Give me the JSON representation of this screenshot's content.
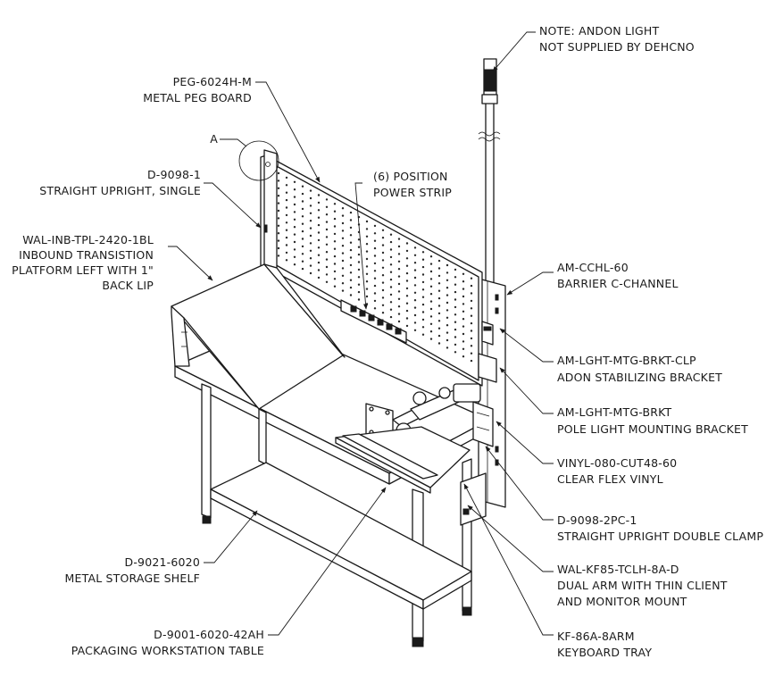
{
  "callouts": {
    "note": [
      "NOTE: ANDON LIGHT",
      "NOT SUPPLIED BY DEHCNO"
    ],
    "peg_board": [
      "PEG-6024H-M",
      "METAL PEG BOARD"
    ],
    "detail_ref": "A",
    "straight_upright_single": [
      "D-9098-1",
      "STRAIGHT UPRIGHT, SINGLE"
    ],
    "power_strip": [
      "(6) POSITION",
      "POWER STRIP"
    ],
    "transition_platform": [
      "WAL-INB-TPL-2420-1BL",
      "INBOUND TRANSISTION",
      "PLATFORM LEFT WITH 1\"",
      "BACK LIP"
    ],
    "barrier_channel": [
      "AM-CCHL-60",
      "BARRIER C-CHANNEL"
    ],
    "stabilizing_bracket": [
      "AM-LGHT-MTG-BRKT-CLP",
      "ADON STABILIZING BRACKET"
    ],
    "pole_bracket": [
      "AM-LGHT-MTG-BRKT",
      "POLE LIGHT MOUNTING BRACKET"
    ],
    "flex_vinyl": [
      "VINYL-080-CUT48-60",
      "CLEAR FLEX VINYL"
    ],
    "double_clamp": [
      "D-9098-2PC-1",
      "STRAIGHT UPRIGHT DOUBLE CLAMP"
    ],
    "storage_shelf": [
      "D-9021-6020",
      "METAL STORAGE SHELF"
    ],
    "dual_arm": [
      "WAL-KF85-TCLH-8A-D",
      "DUAL ARM WITH THIN CLIENT",
      "AND MONITOR MOUNT"
    ],
    "workstation_table": [
      "D-9001-6020-42AH",
      "PACKAGING WORKSTATION TABLE"
    ],
    "keyboard_tray": [
      "KF-86A-8ARM",
      "KEYBOARD TRAY"
    ]
  }
}
